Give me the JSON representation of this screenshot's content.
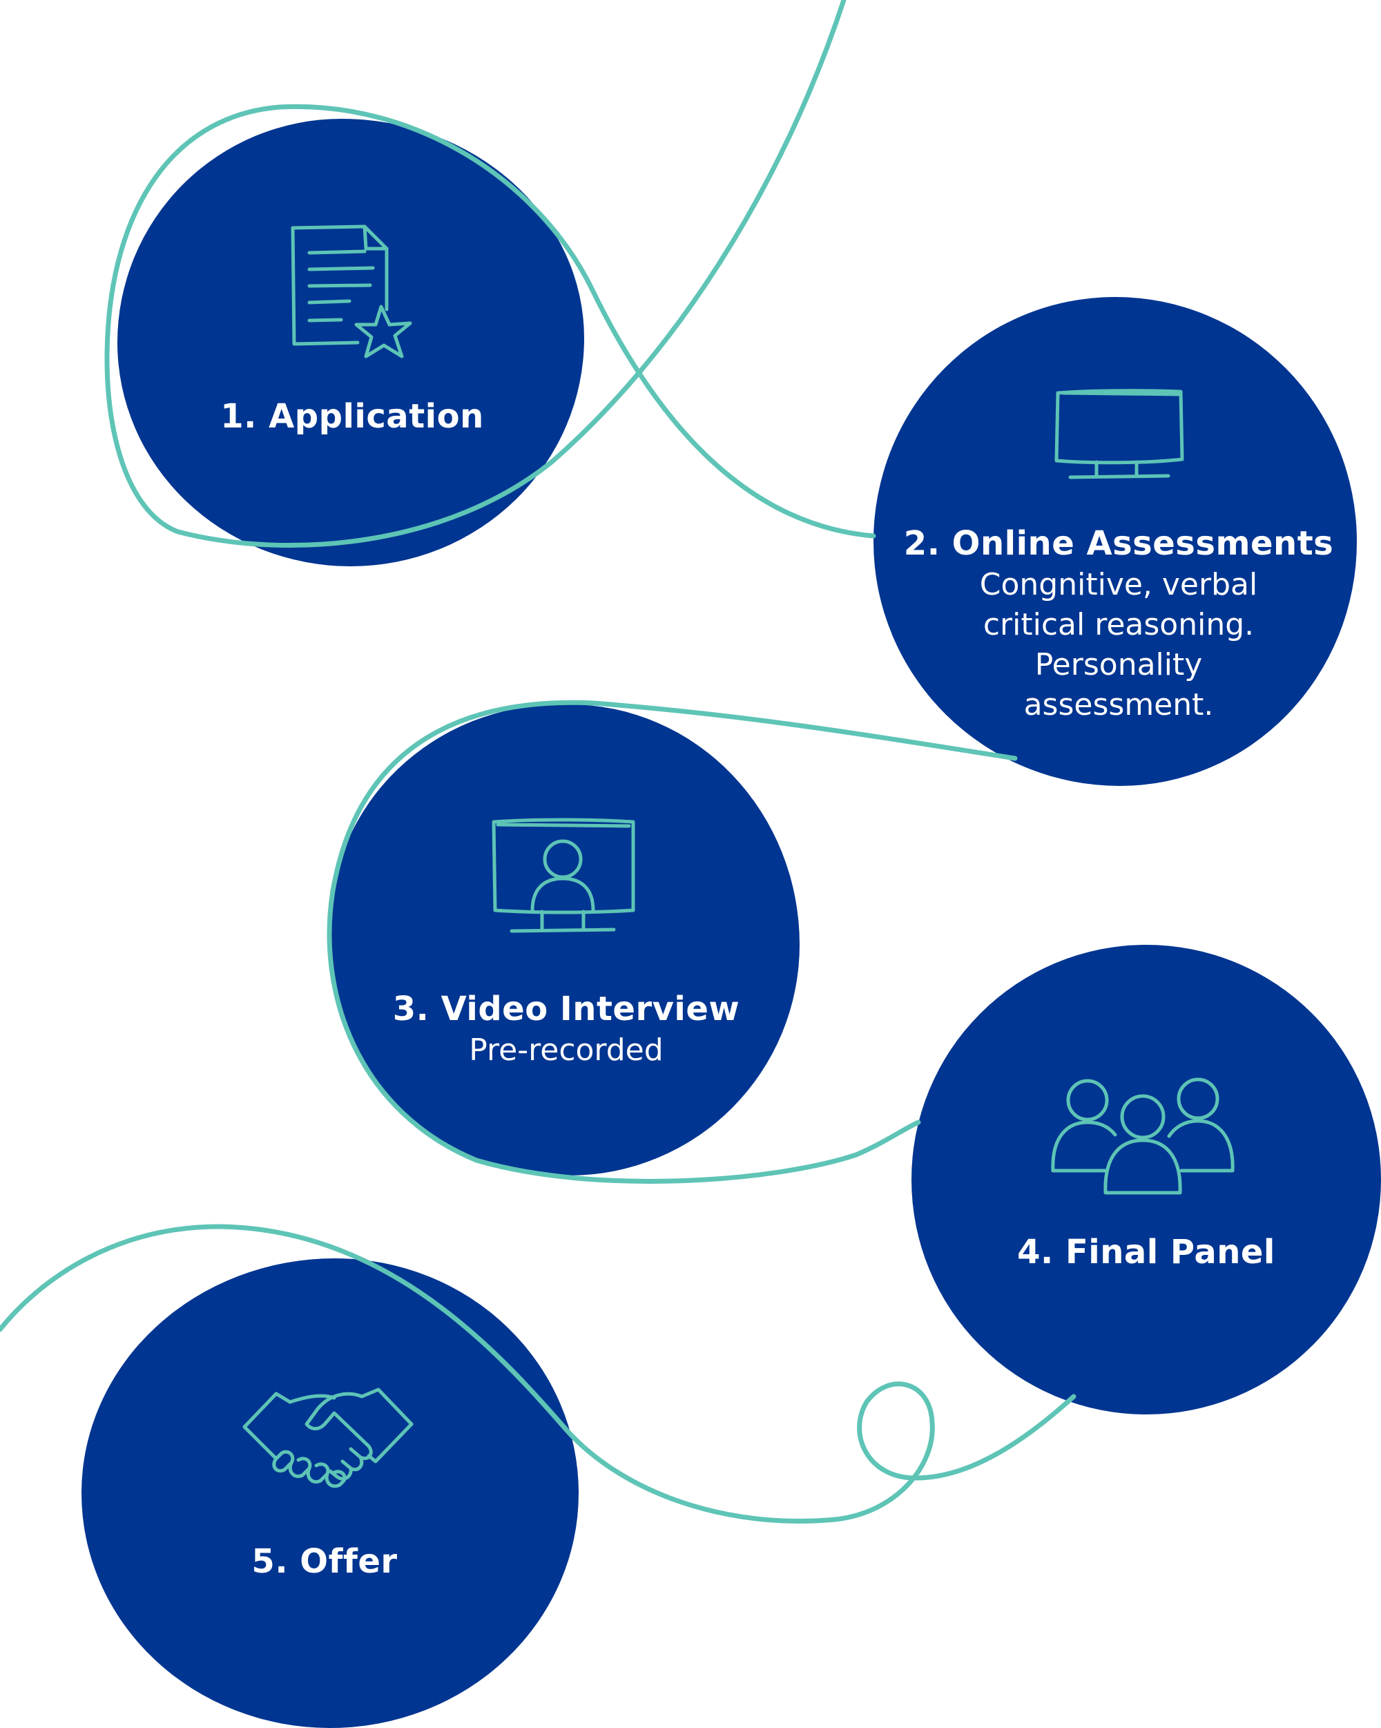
{
  "colors": {
    "circle_fill": "#003591",
    "line_accent": "#5ec4b6",
    "text": "#ffffff",
    "background": "#ffffff"
  },
  "steps": [
    {
      "title": "1. Application",
      "description": [],
      "icon": "document-star-icon"
    },
    {
      "title": "2. Online Assessments",
      "description": [
        "Congnitive, verbal",
        "critical reasoning.",
        "Personality",
        "assessment."
      ],
      "icon": "monitor-icon"
    },
    {
      "title": "3. Video Interview",
      "description": [
        "Pre-recorded"
      ],
      "icon": "video-call-icon"
    },
    {
      "title": "4. Final Panel",
      "description": [],
      "icon": "group-icon"
    },
    {
      "title": "5. Offer",
      "description": [],
      "icon": "handshake-icon"
    }
  ]
}
